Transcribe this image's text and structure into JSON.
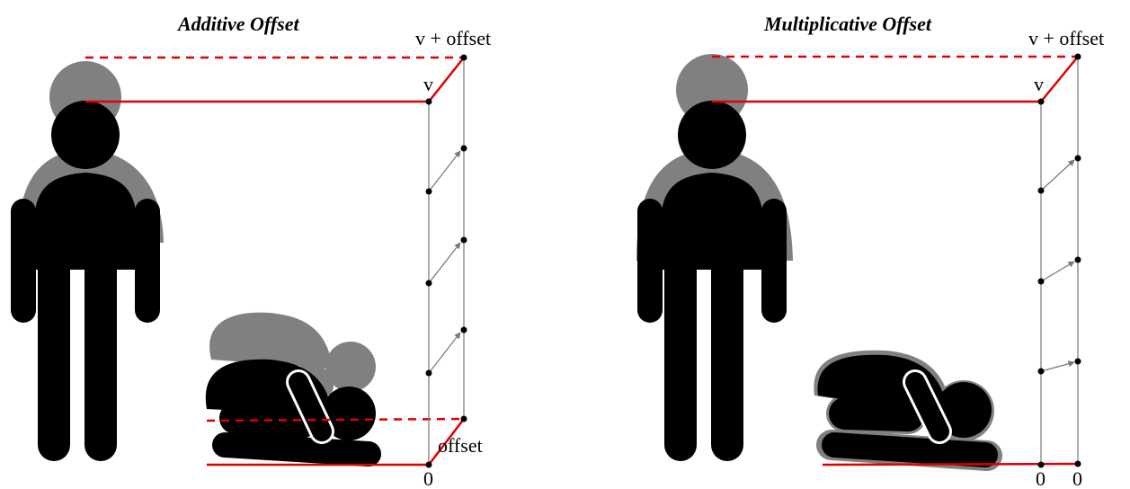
{
  "panels": [
    {
      "title": "Additive Offset",
      "top_label": "v + offset",
      "v_label": "v",
      "offset_label": "offset",
      "zero_labels": [
        "0"
      ]
    },
    {
      "title": "Multiplicative Offset",
      "top_label": "v + offset",
      "v_label": "v",
      "offset_label": "",
      "zero_labels": [
        "0",
        "0"
      ]
    }
  ],
  "colors": {
    "figure_base": "#000000",
    "figure_offset": "#808080",
    "guide": "#e00000",
    "axis": "#777777",
    "background": "#ffffff"
  }
}
